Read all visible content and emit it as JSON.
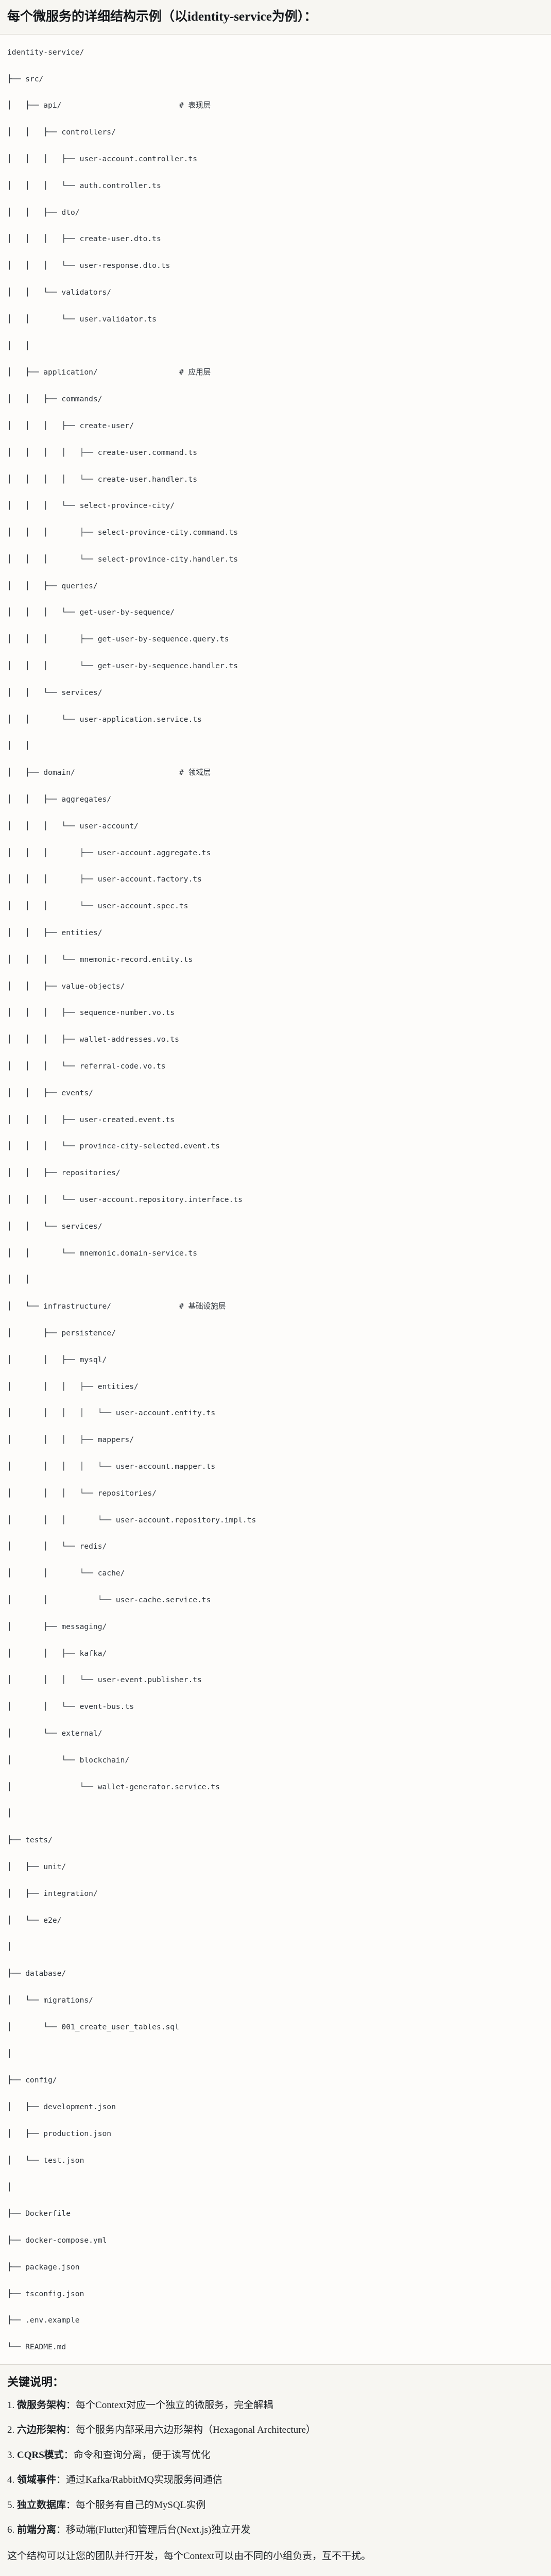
{
  "header": {
    "title": "每个微服务的详细结构示例（以identity-service为例）："
  },
  "tree": {
    "root_label": "identity-service/",
    "lines": [
      "identity-service/",
      "├── src/",
      "│   ├── api/                          # 表现层",
      "│   │   ├── controllers/",
      "│   │   │   ├── user-account.controller.ts",
      "│   │   │   └── auth.controller.ts",
      "│   │   ├── dto/",
      "│   │   │   ├── create-user.dto.ts",
      "│   │   │   └── user-response.dto.ts",
      "│   │   └── validators/",
      "│   │       └── user.validator.ts",
      "│   │",
      "│   ├── application/                  # 应用层",
      "│   │   ├── commands/",
      "│   │   │   ├── create-user/",
      "│   │   │   │   ├── create-user.command.ts",
      "│   │   │   │   └── create-user.handler.ts",
      "│   │   │   └── select-province-city/",
      "│   │   │       ├── select-province-city.command.ts",
      "│   │   │       └── select-province-city.handler.ts",
      "│   │   ├── queries/",
      "│   │   │   └── get-user-by-sequence/",
      "│   │   │       ├── get-user-by-sequence.query.ts",
      "│   │   │       └── get-user-by-sequence.handler.ts",
      "│   │   └── services/",
      "│   │       └── user-application.service.ts",
      "│   │",
      "│   ├── domain/                       # 领域层",
      "│   │   ├── aggregates/",
      "│   │   │   └── user-account/",
      "│   │   │       ├── user-account.aggregate.ts",
      "│   │   │       ├── user-account.factory.ts",
      "│   │   │       └── user-account.spec.ts",
      "│   │   ├── entities/",
      "│   │   │   └── mnemonic-record.entity.ts",
      "│   │   ├── value-objects/",
      "│   │   │   ├── sequence-number.vo.ts",
      "│   │   │   ├── wallet-addresses.vo.ts",
      "│   │   │   └── referral-code.vo.ts",
      "│   │   ├── events/",
      "│   │   │   ├── user-created.event.ts",
      "│   │   │   └── province-city-selected.event.ts",
      "│   │   ├── repositories/",
      "│   │   │   └── user-account.repository.interface.ts",
      "│   │   └── services/",
      "│   │       └── mnemonic.domain-service.ts",
      "│   │",
      "│   └── infrastructure/               # 基础设施层",
      "│       ├── persistence/",
      "│       │   ├── mysql/",
      "│       │   │   ├── entities/",
      "│       │   │   │   └── user-account.entity.ts",
      "│       │   │   ├── mappers/",
      "│       │   │   │   └── user-account.mapper.ts",
      "│       │   │   └── repositories/",
      "│       │   │       └── user-account.repository.impl.ts",
      "│       │   └── redis/",
      "│       │       └── cache/",
      "│       │           └── user-cache.service.ts",
      "│       ├── messaging/",
      "│       │   ├── kafka/",
      "│       │   │   └── user-event.publisher.ts",
      "│       │   └── event-bus.ts",
      "│       └── external/",
      "│           └── blockchain/",
      "│               └── wallet-generator.service.ts",
      "│",
      "├── tests/",
      "│   ├── unit/",
      "│   ├── integration/",
      "│   └── e2e/",
      "│",
      "├── database/",
      "│   └── migrations/",
      "│       └── 001_create_user_tables.sql",
      "│",
      "├── config/",
      "│   ├── development.json",
      "│   ├── production.json",
      "│   └── test.json",
      "│",
      "├── Dockerfile",
      "├── docker-compose.yml",
      "├── package.json",
      "├── tsconfig.json",
      "├── .env.example",
      "└── README.md"
    ],
    "layer_comments": [
      "# 表现层",
      "# 应用层",
      "# 领域层",
      "# 基础设施层"
    ]
  },
  "notes": {
    "title": "关键说明：",
    "items": [
      {
        "num": "1.",
        "lead": "微服务架构",
        "sep": "：",
        "text": "每个Context对应一个独立的微服务，完全解耦"
      },
      {
        "num": "2.",
        "lead": "六边形架构",
        "sep": "：",
        "text": "每个服务内部采用六边形架构（Hexagonal Architecture）"
      },
      {
        "num": "3.",
        "lead": "CQRS模式",
        "sep": "：",
        "text": "命令和查询分离，便于读写优化"
      },
      {
        "num": "4.",
        "lead": "领域事件",
        "sep": "：",
        "text": "通过Kafka/RabbitMQ实现服务间通信"
      },
      {
        "num": "5.",
        "lead": "独立数据库",
        "sep": "：",
        "text": "每个服务有自己的MySQL实例"
      },
      {
        "num": "6.",
        "lead": "前端分离",
        "sep": "：",
        "text": "移动端(Flutter)和管理后台(Next.js)独立开发"
      }
    ],
    "outro": "这个结构可以让您的团队并行开发，每个Context可以由不同的小组负责，互不干扰。"
  },
  "colors": {
    "page_bg": "#fdfcfa",
    "band_bg": "#f7f6f2",
    "border": "#dcd9d2",
    "text": "#1f2328",
    "mono_text": "#30363d"
  }
}
